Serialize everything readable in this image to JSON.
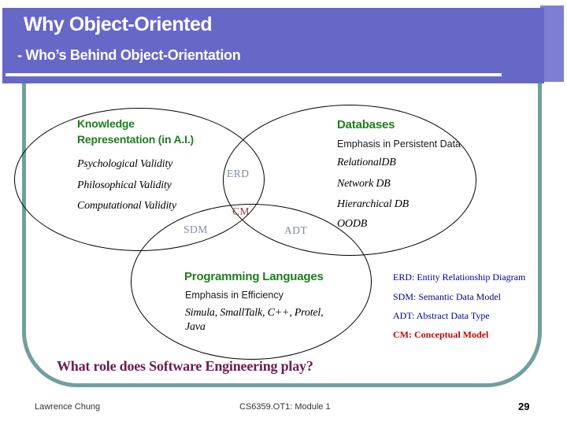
{
  "slide": {
    "title": "Why Object-Oriented",
    "subtitle": "- Who’s Behind Object-Orientation",
    "venn": {
      "kr": {
        "heading_line1": "Knowledge",
        "heading_line2": "Representation (in A.I.)",
        "items": [
          "Psychological Validity",
          "Philosophical Validity",
          "Computational Validity"
        ]
      },
      "db": {
        "heading": "Databases",
        "emphasis": "Emphasis in Persistent Data",
        "items": [
          "RelationalDB",
          "Network DB",
          "Hierarchical DB",
          "OODB"
        ]
      },
      "pl": {
        "heading": "Programming Languages",
        "emphasis": "Emphasis in Efficiency",
        "items_line1": "Simula, SmallTalk, C++, Protel,",
        "items_line2": "Java"
      },
      "overlaps": {
        "erd": "ERD",
        "cm": "CM",
        "sdm": "SDM",
        "adt": "ADT"
      }
    },
    "legend": [
      "ERD: Entity Relationship Diagram",
      "SDM: Semantic Data Model",
      "ADT: Abstract Data Type",
      "CM: Conceptual Model"
    ],
    "question": "What role does Software Engineering play?",
    "footer": {
      "left": "Lawrence Chung",
      "center": "CS6359.OT1: Module 1",
      "page": "29"
    }
  },
  "colors": {
    "banner_purple": "#6667c7",
    "banner_shadow_purple": "#7d7ed2",
    "frame_teal": "#70a0a0",
    "heading_green": "#1e7d1e",
    "overlap_gray": "#8289aa",
    "cm_red": "#a03838",
    "legend_navy": "#00008b",
    "legend_cm_red": "#cc0000",
    "question_maroon": "#6d1b4d"
  }
}
